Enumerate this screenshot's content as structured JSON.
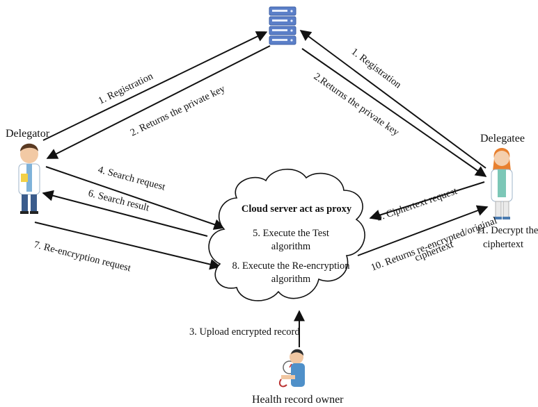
{
  "actors": {
    "delegator": "Delegator",
    "delegatee": "Delegatee",
    "owner": "Health record owner"
  },
  "icons": {
    "server": "server-rack-icon",
    "delegator": "male-doctor-icon",
    "delegatee": "female-doctor-icon",
    "owner": "patient-icon",
    "cloud": "cloud-icon"
  },
  "cloud": {
    "title": "Cloud server act as proxy",
    "step5_line1": "5. Execute the Test",
    "step5_line2": "algorithm",
    "step8_line1": "8. Execute the Re-encryption",
    "step8_line2": "algorithm"
  },
  "labels": {
    "reg_left": "1. Registration",
    "pk_left": "2. Returns the private key",
    "reg_right": "1. Registration",
    "pk_right": "2.Returns the private key",
    "search_request": "4. Search request",
    "search_result": "6. Search result",
    "reenc_request": "7. Re-encryption request",
    "upload": "3. Upload encrypted record",
    "ciphertext_request": "9. Ciphertext request",
    "returns_line1": "10. Returns re-encrypted/original",
    "returns_line2": "ciphertext",
    "decrypt_line1": "11. Decrypt the",
    "decrypt_line2": "ciphertext"
  },
  "colors": {
    "server_blue": "#5b7fc8",
    "line": "#111111"
  }
}
